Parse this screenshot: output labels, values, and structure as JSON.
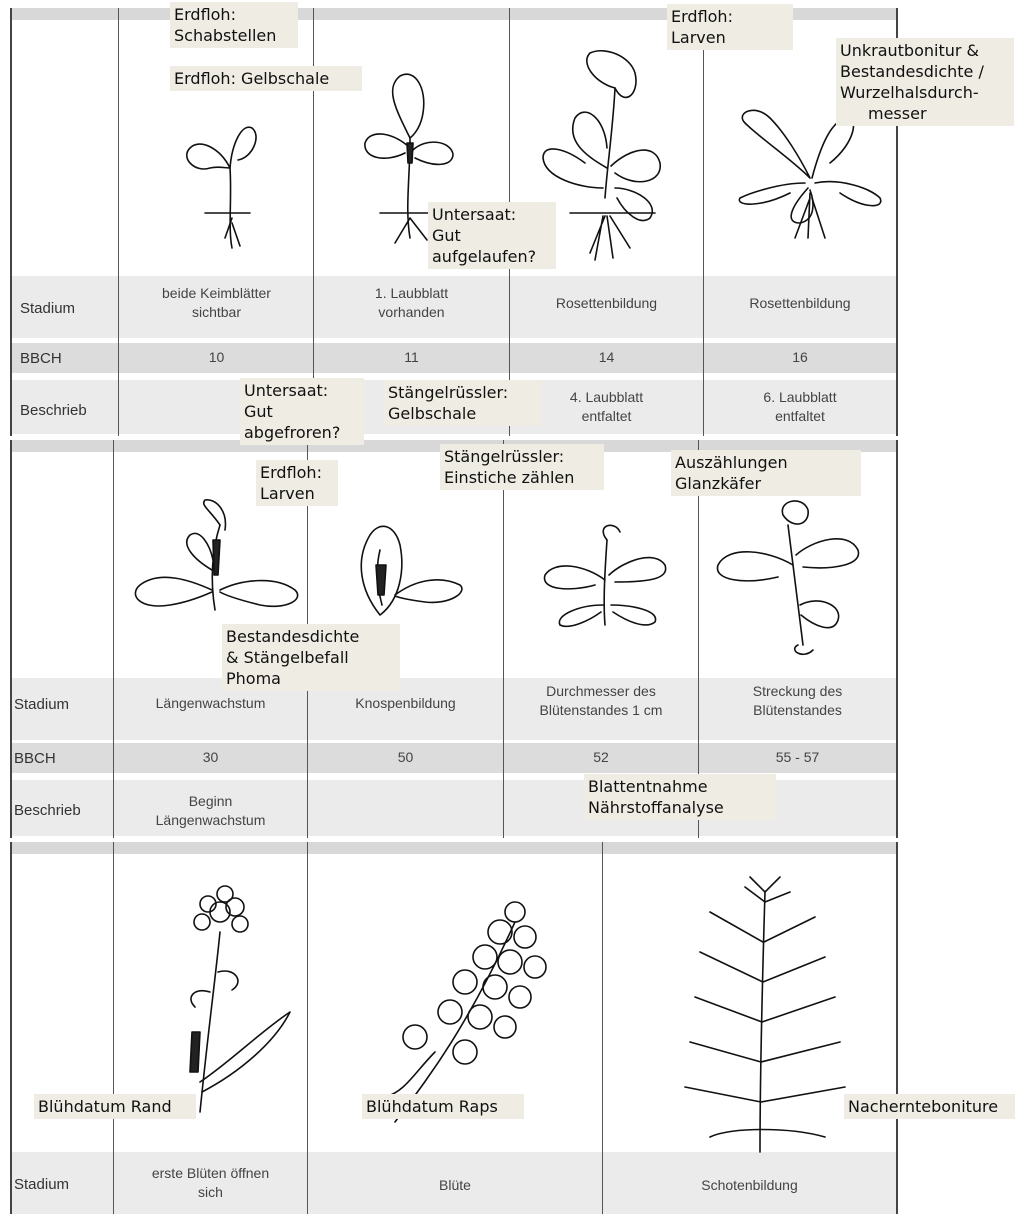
{
  "panel1": {
    "rows": {
      "stadium": "Stadium",
      "bbch": "BBCH",
      "beschrieb": "Beschrieb"
    },
    "stadium": [
      {
        "line1": "beide Keimblätter",
        "line2": "sichtbar"
      },
      {
        "line1": "1. Laubblatt",
        "line2": "vorhanden"
      },
      {
        "line1": "Rosettenbildung",
        "line2": ""
      },
      {
        "line1": "Rosettenbildung",
        "line2": ""
      }
    ],
    "bbch": [
      "10",
      "11",
      "14",
      "16"
    ],
    "beschrieb": [
      {
        "line1": "",
        "line2": ""
      },
      {
        "line1": "",
        "line2": ""
      },
      {
        "line1": "4. Laubblatt",
        "line2": "entfaltet"
      },
      {
        "line1": "6. Laubblatt",
        "line2": "entfaltet"
      }
    ]
  },
  "panel2": {
    "rows": {
      "stadium": "Stadium",
      "bbch": "BBCH",
      "beschrieb": "Beschrieb"
    },
    "stadium": [
      {
        "line1": "Längenwachstum",
        "line2": ""
      },
      {
        "line1": "Knospenbildung",
        "line2": ""
      },
      {
        "line1": "Durchmesser des",
        "line2": "Blütenstandes 1 cm"
      },
      {
        "line1": "Streckung des",
        "line2": "Blütenstandes"
      }
    ],
    "bbch": [
      "30",
      "50",
      "52",
      "55 - 57"
    ],
    "beschrieb": [
      {
        "line1": "Beginn",
        "line2": "Längenwachstum"
      }
    ]
  },
  "panel3": {
    "rows": {
      "stadium": "Stadium"
    },
    "stadium": [
      {
        "line1": "erste Blüten öffnen",
        "line2": "sich"
      },
      {
        "line1": "Blüte",
        "line2": ""
      },
      {
        "line1": "Schotenbildung",
        "line2": ""
      }
    ]
  },
  "notes": {
    "erdfloh_schab": {
      "l1": "Erdfloh:",
      "l2": "Schabstellen"
    },
    "erdfloh_gelb": {
      "l1": "Erdfloh: Gelbschale"
    },
    "erdfloh_larven1": {
      "l1": "Erdfloh:",
      "l2": "Larven"
    },
    "unkraut": {
      "l1": "Unkrautbonitur &",
      "l2": "Bestandesdichte /",
      "l3": "Wurzelhalsdurch-",
      "l4": "messer"
    },
    "untersaat_auf": {
      "l1": "Untersaat:",
      "l2": "Gut",
      "l3": "aufgelaufen?"
    },
    "untersaat_ab": {
      "l1": "Untersaat:",
      "l2": "Gut",
      "l3": "abgefroren?"
    },
    "staengel_gelb": {
      "l1": "Stängelrüssler:",
      "l2": "Gelbschale"
    },
    "staengel_einst": {
      "l1": "Stängelrüssler:",
      "l2": "Einstiche zählen"
    },
    "erdfloh_larven2": {
      "l1": "Erdfloh:",
      "l2": "Larven"
    },
    "glanz": {
      "l1": "Auszählungen",
      "l2": "Glanzkäfer"
    },
    "bestand": {
      "l1": "Bestandesdichte",
      "l2": "& Stängelbefall",
      "l3": "Phoma"
    },
    "blatt": {
      "l1": "Blattentnahme",
      "l2": "Nährstoffanalyse"
    },
    "rand": {
      "l1": "Blühdatum Rand"
    },
    "raps": {
      "l1": "Blühdatum Raps"
    },
    "nachernte": {
      "l1": "Nachernteboniture"
    }
  }
}
